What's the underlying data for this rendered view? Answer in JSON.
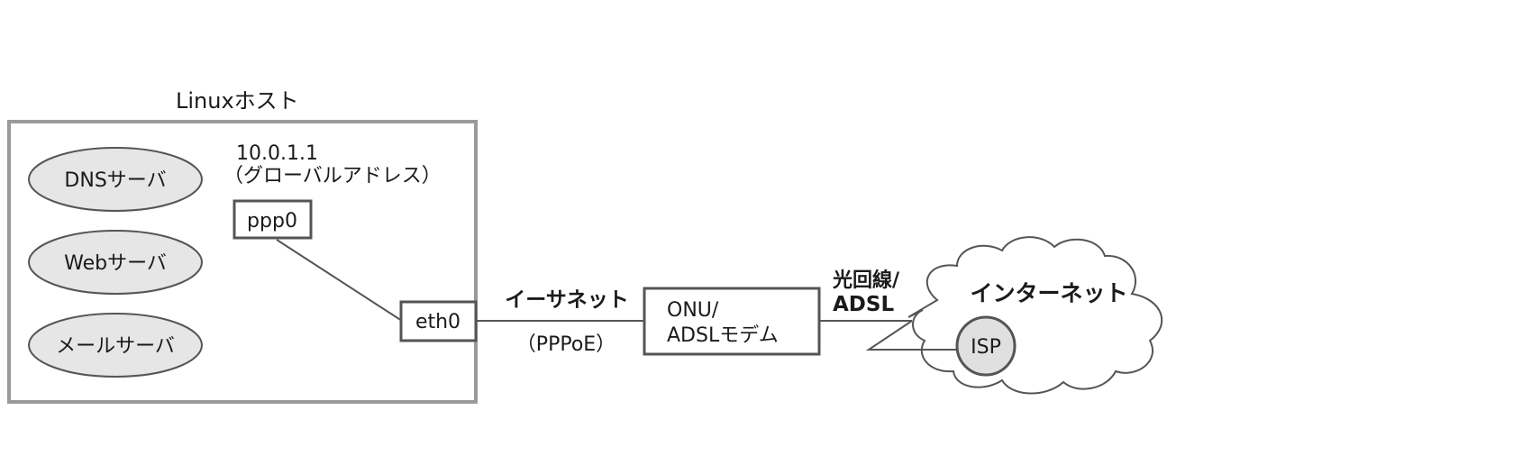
{
  "host": {
    "title": "Linuxホスト",
    "servers": [
      "DNSサーバ",
      "Webサーバ",
      "メールサーバ"
    ],
    "ip_address": "10.0.1.1",
    "ip_note": "（グローバルアドレス）",
    "ppp_interface": "ppp0",
    "eth_interface": "eth0"
  },
  "ethernet": {
    "label": "イーサネット",
    "protocol": "（PPPoE）"
  },
  "modem": {
    "line1": "ONU/",
    "line2": "ADSLモデム"
  },
  "line": {
    "line1": "光回線/",
    "line2": "ADSL"
  },
  "internet": {
    "label": "インターネット",
    "isp": "ISP"
  },
  "colors": {
    "stroke": "#555555",
    "oval_fill": "#e6e6e6",
    "isp_fill": "#e0e0e0",
    "text": "#1a1a1a"
  }
}
